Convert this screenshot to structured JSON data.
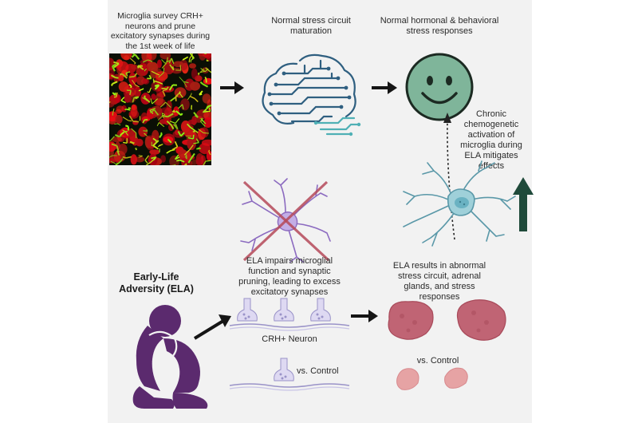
{
  "labels": {
    "survey": "Microglia survey CRH+\nneurons and prune\nexcitatory synapses during\nthe 1st week of life",
    "maturation": "Normal stress circuit\nmaturation",
    "normal_responses": "Normal hormonal & behavioral\nstress responses",
    "chronic": "Chronic\nchemogenetic\nactivation of\nmicroglia during\nELA mitigates\neffects",
    "ela_impairs": "ELA impairs microglial\nfunction and synaptic\npruning, leading to excess\nexcitatory synapses",
    "ela_title": "Early-Life\nAdversity (ELA)",
    "ela_results": "ELA results in abnormal\nstress circuit, adrenal\nglands, and stress\nresponses",
    "crh_neuron": "CRH+ Neuron",
    "vs_control_left": "vs. Control",
    "vs_control_right": "vs. Control"
  },
  "icons": {
    "microscopy": "microglia-fluorescence-image",
    "brain": "circuit-brain-icon",
    "smiley": "happy-face-icon",
    "crossed_microglia": "crossed-out-microglia-icon",
    "activated_microglia": "microglia-icon",
    "up_arrow": "up-arrow-icon",
    "person": "distressed-child-icon",
    "synapses": "synapse-icon",
    "adrenal": "adrenal-gland-icon"
  },
  "colors": {
    "brain_blue": "#2f5f80",
    "brain_teal": "#4fb0b5",
    "smiley_face": "#7fb59a",
    "cross_red": "#b54a5a",
    "microglia_purple": "#8c6bc0",
    "activated_teal": "#6ab2c2",
    "up_arrow_green": "#1f4a3a",
    "person_purple": "#5b2a6e",
    "adrenal_large": "#c06474",
    "adrenal_small": "#e6a3a4",
    "synapse_lavender": "#c8c4e6"
  }
}
